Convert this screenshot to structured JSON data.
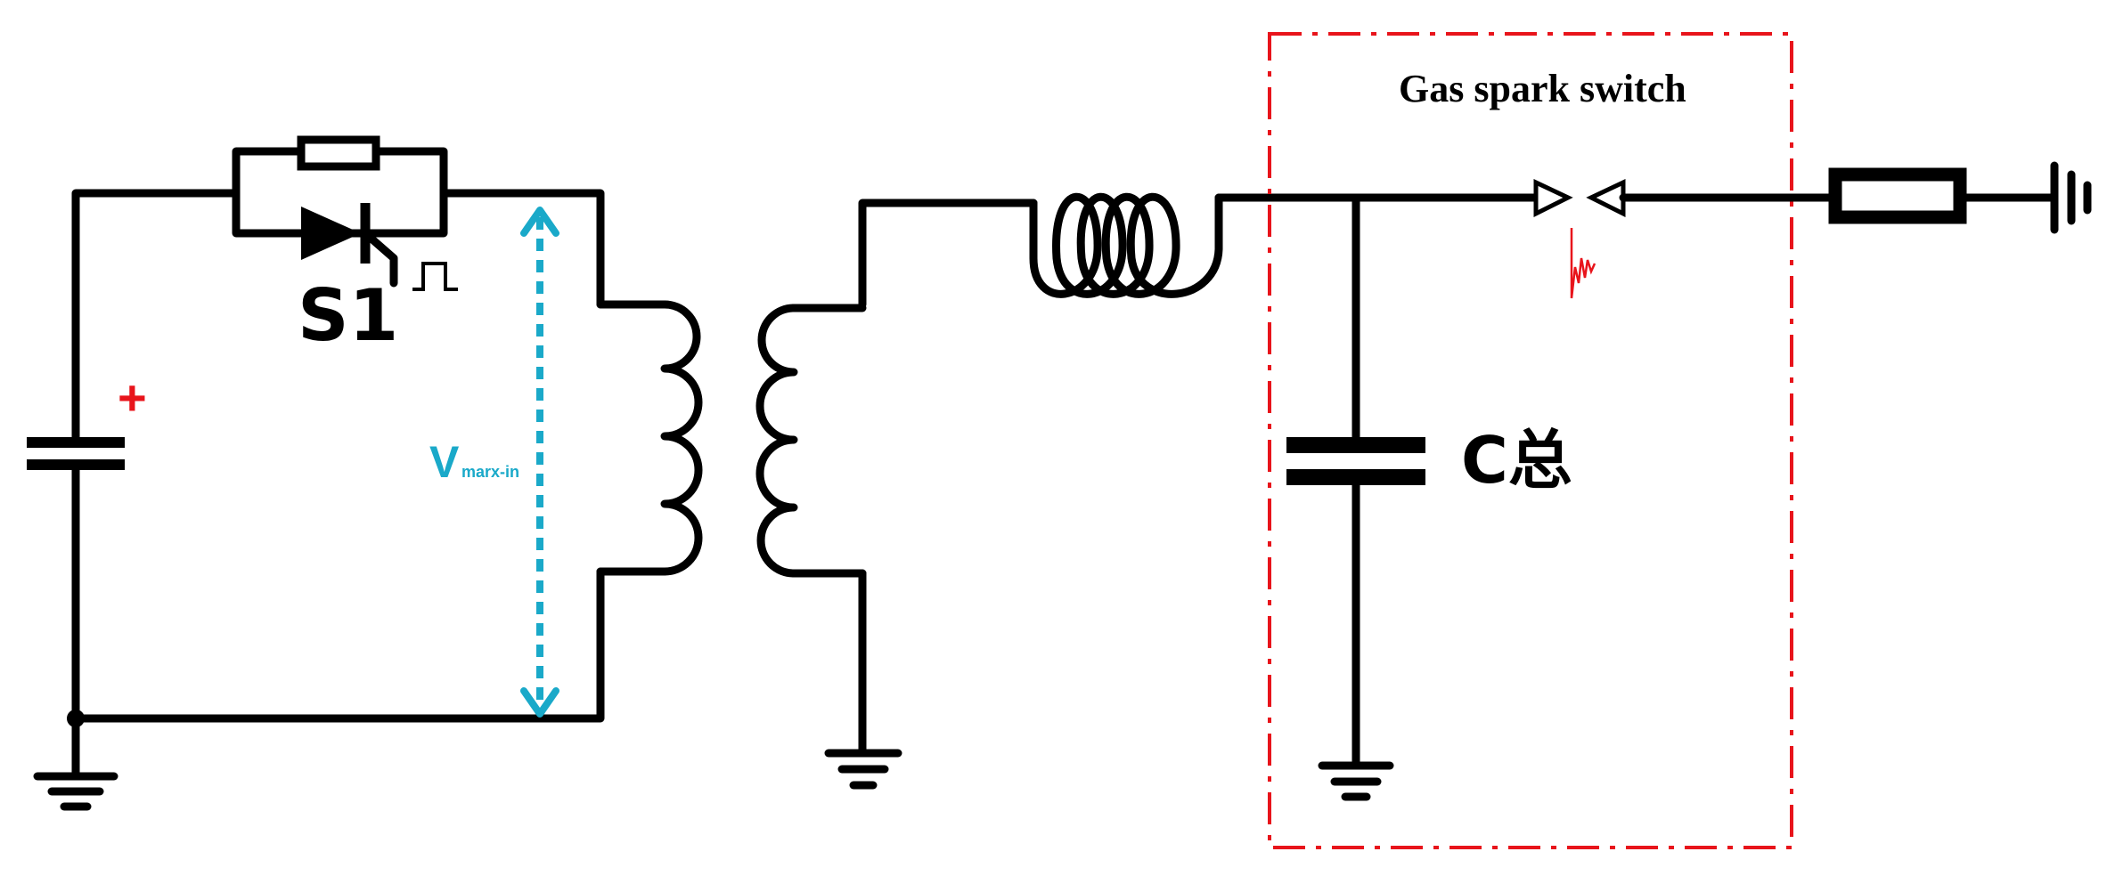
{
  "labels": {
    "switch_box_title": "Gas spark switch",
    "switch_name": "S1",
    "capacitor_name": "C总",
    "voltage_main": "V",
    "voltage_sub": "marx-in",
    "polarity": "+"
  },
  "colors": {
    "wire": "#000000",
    "dashed_box": "#e8141b",
    "voltage_arrow": "#1aa9c9",
    "polarity_mark": "#e8141b",
    "spark": "#e8141b"
  },
  "icons": {
    "trigger_pulse": "square-pulse-icon",
    "spark": "spark-icon"
  }
}
